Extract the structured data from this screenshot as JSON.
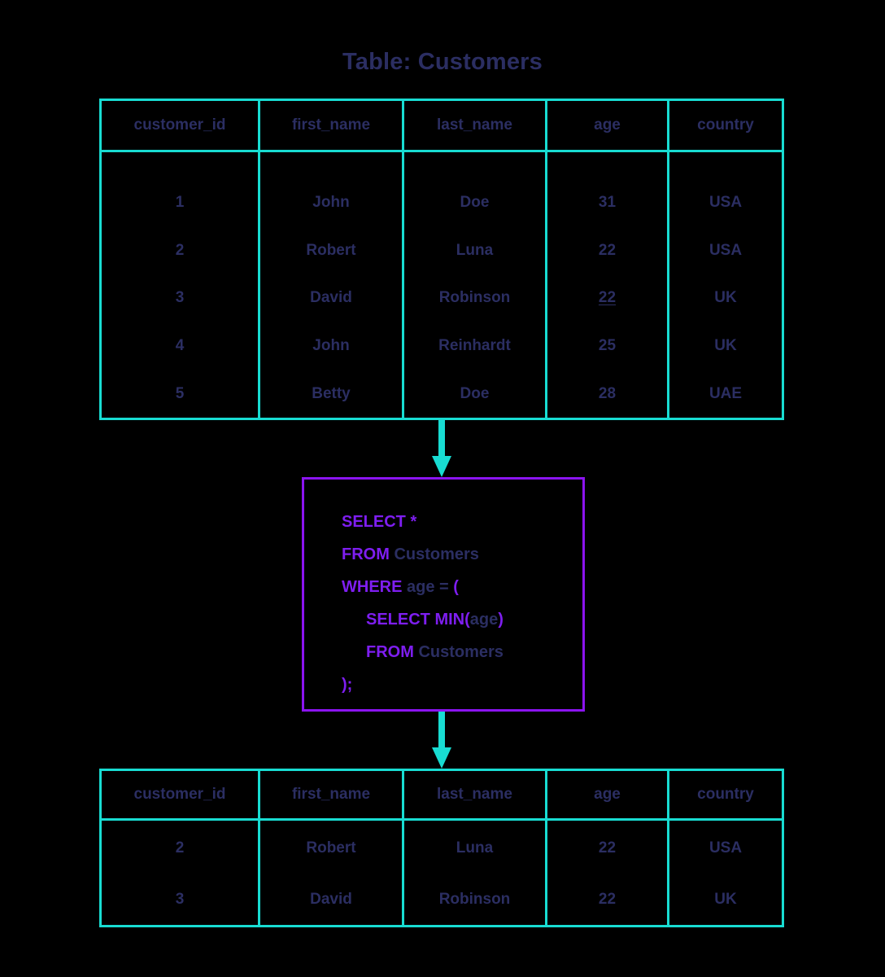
{
  "title": "Table: Customers",
  "colors": {
    "background": "#000000",
    "table_border": "#18dcd2",
    "text": "#2b2e62",
    "keyword": "#7e1ef0",
    "query_box_border": "#8b14f0",
    "arrow": "#18dcd2"
  },
  "source_table": {
    "name": "Customers",
    "columns": [
      "customer_id",
      "first_name",
      "last_name",
      "age",
      "country"
    ],
    "rows": [
      {
        "customer_id": "1",
        "first_name": "John",
        "last_name": "Doe",
        "age": "31",
        "country": "USA"
      },
      {
        "customer_id": "2",
        "first_name": "Robert",
        "last_name": "Luna",
        "age": "22",
        "country": "USA"
      },
      {
        "customer_id": "3",
        "first_name": "David",
        "last_name": "Robinson",
        "age": "22",
        "country": "UK"
      },
      {
        "customer_id": "4",
        "first_name": "John",
        "last_name": "Reinhardt",
        "age": "25",
        "country": "UK"
      },
      {
        "customer_id": "5",
        "first_name": "Betty",
        "last_name": "Doe",
        "age": "28",
        "country": "UAE"
      }
    ]
  },
  "query": {
    "lines": [
      {
        "indent": 0,
        "tokens": [
          {
            "t": "SELECT",
            "k": "kw"
          },
          {
            "t": " ",
            "k": "idn"
          },
          {
            "t": "*",
            "k": "pnc"
          }
        ]
      },
      {
        "indent": 0,
        "tokens": [
          {
            "t": "FROM",
            "k": "kw"
          },
          {
            "t": " ",
            "k": "idn"
          },
          {
            "t": "Customers",
            "k": "idn"
          }
        ]
      },
      {
        "indent": 0,
        "tokens": [
          {
            "t": "WHERE",
            "k": "kw"
          },
          {
            "t": " ",
            "k": "idn"
          },
          {
            "t": "age = ",
            "k": "idn"
          },
          {
            "t": "(",
            "k": "pnc"
          }
        ]
      },
      {
        "indent": 1,
        "tokens": [
          {
            "t": "SELECT MIN",
            "k": "kw"
          },
          {
            "t": "(",
            "k": "pnc"
          },
          {
            "t": "age",
            "k": "idn"
          },
          {
            "t": ")",
            "k": "pnc"
          }
        ]
      },
      {
        "indent": 1,
        "tokens": [
          {
            "t": "FROM",
            "k": "kw"
          },
          {
            "t": " ",
            "k": "idn"
          },
          {
            "t": "Customers",
            "k": "idn"
          }
        ]
      },
      {
        "indent": 0,
        "tokens": [
          {
            "t": ");",
            "k": "pnc"
          }
        ]
      }
    ],
    "plain_text": "SELECT *\nFROM Customers\nWHERE age = (\n    SELECT MIN(age)\n    FROM Customers\n);"
  },
  "result_table": {
    "columns": [
      "customer_id",
      "first_name",
      "last_name",
      "age",
      "country"
    ],
    "rows": [
      {
        "customer_id": "2",
        "first_name": "Robert",
        "last_name": "Luna",
        "age": "22",
        "country": "USA"
      },
      {
        "customer_id": "3",
        "first_name": "David",
        "last_name": "Robinson",
        "age": "22",
        "country": "UK"
      }
    ]
  },
  "arrows": [
    {
      "id": "arrow-top",
      "direction": "down"
    },
    {
      "id": "arrow-bottom",
      "direction": "down"
    }
  ]
}
